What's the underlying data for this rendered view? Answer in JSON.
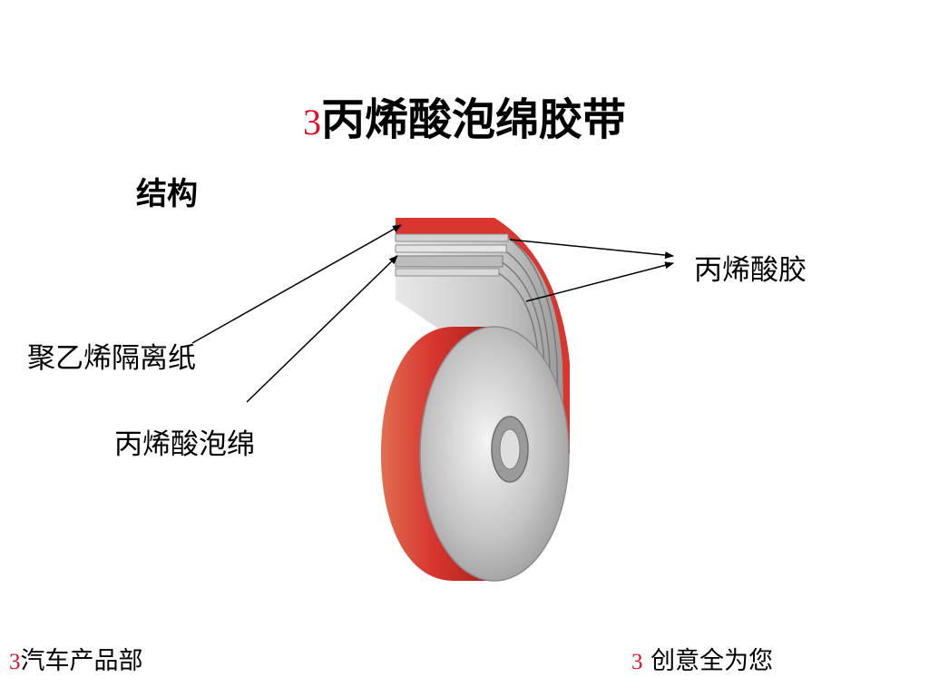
{
  "title": {
    "number": "3",
    "text": "丙烯酸泡绵胶带"
  },
  "subtitle": "结构",
  "diagram": {
    "labels": {
      "acrylic_adhesive": "丙烯酸胶",
      "release_paper": "聚乙烯隔离纸",
      "acrylic_foam": "丙烯酸泡绵"
    },
    "colors": {
      "tape_red": "#d8362f",
      "tape_red_dark": "#b3231f",
      "face_silver": "#c9c9c9",
      "layer_grey": "#b8b8b8"
    }
  },
  "footer": {
    "left": {
      "number": "3",
      "text": "汽车产品部"
    },
    "right": {
      "number": "3",
      "text": "创意全为您"
    }
  }
}
